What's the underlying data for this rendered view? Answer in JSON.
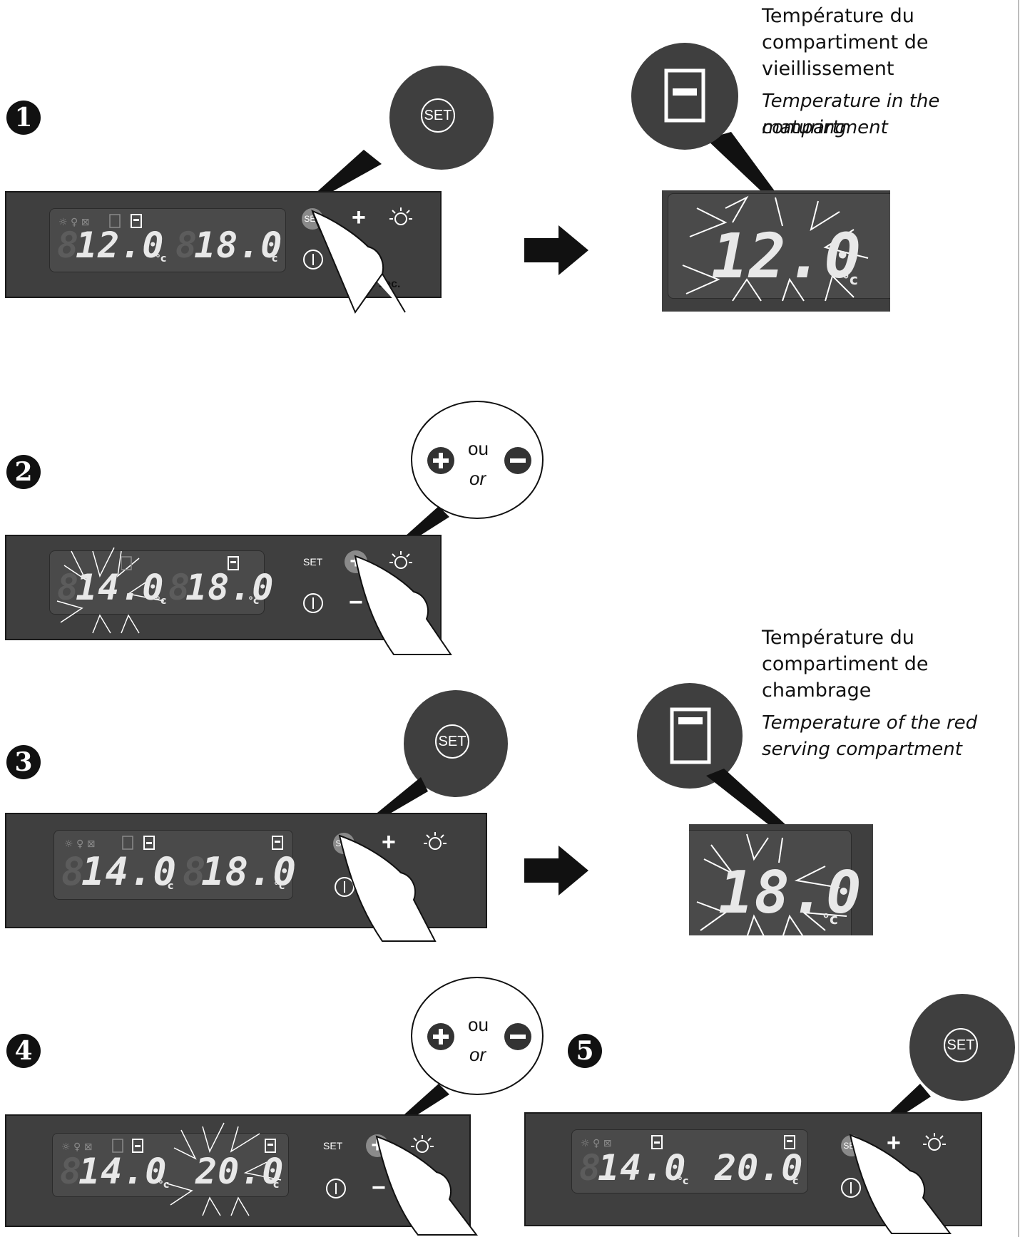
{
  "steps": [
    "1",
    "2",
    "3",
    "4",
    "5"
  ],
  "buttons": {
    "set": "SET",
    "plus": "+",
    "minus": "−"
  },
  "step1": {
    "left_temp": "12.0",
    "right_temp": "18.0",
    "unit": "°c",
    "hold_time": "5 sec."
  },
  "zoom1": {
    "temp": "12.0",
    "unit": "°c"
  },
  "label_maturing": {
    "fr": [
      "Température du",
      "compartiment de",
      "vieillissement"
    ],
    "en": [
      "Temperature in the maturing",
      "compartment"
    ]
  },
  "step2": {
    "left_temp": "14.0",
    "right_temp": "18.0",
    "unit": "°c"
  },
  "callout_plus_minus": {
    "ou": "ou",
    "or": "or"
  },
  "step3": {
    "left_temp": "14.0",
    "right_temp": "18.0",
    "unit": "°c"
  },
  "zoom3": {
    "temp": "18.0",
    "unit": "°c"
  },
  "label_serving": {
    "fr": [
      "Température du",
      "compartiment de",
      "chambrage"
    ],
    "en": [
      "Temperature of the red",
      "serving compartment"
    ]
  },
  "step4": {
    "left_temp": "14.0",
    "right_temp": "20.0",
    "unit": "°c"
  },
  "step5": {
    "left_temp": "14.0",
    "right_temp": "20.0",
    "unit": "°c"
  },
  "colors": {
    "panel": "#3f3f3f",
    "display": "#4a4a4a",
    "badge": "#111111",
    "digits": "#e8e8e8"
  }
}
